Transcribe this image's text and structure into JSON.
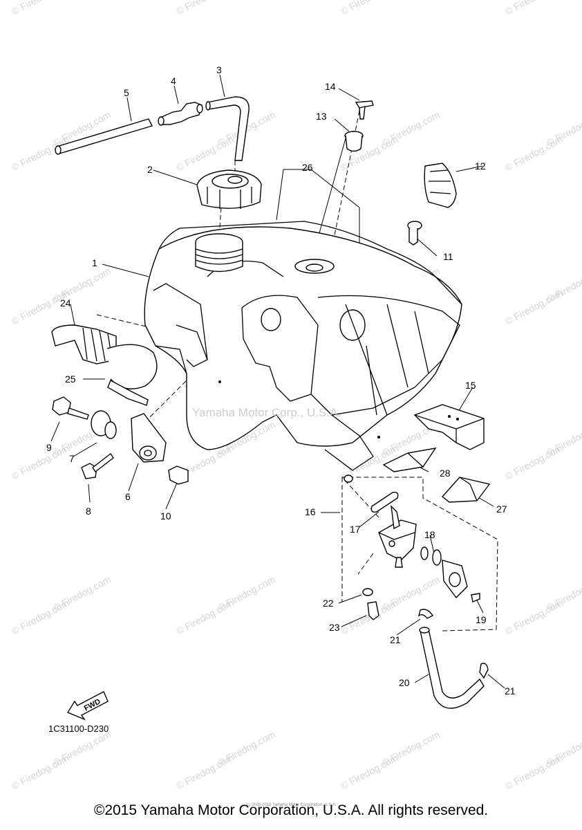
{
  "watermark": {
    "text": "© Firedog.com",
    "center_text": "Yamaha Motor Corp., U.S.A."
  },
  "callouts": [
    "1",
    "2",
    "3",
    "4",
    "5",
    "6",
    "7",
    "8",
    "9",
    "10",
    "11",
    "12",
    "13",
    "14",
    "15",
    "16",
    "17",
    "18",
    "19",
    "20",
    "21",
    "22",
    "23",
    "24",
    "25",
    "26",
    "27",
    "28",
    "21"
  ],
  "fwd_label": "FWD",
  "part_code": "1C31100-D230",
  "small_copyright": "(c) 2005-2015 Yamaha Motor Corporation, U.S.A.",
  "copyright": "©2015 Yamaha Motor Corporation, U.S.A. All rights reserved."
}
